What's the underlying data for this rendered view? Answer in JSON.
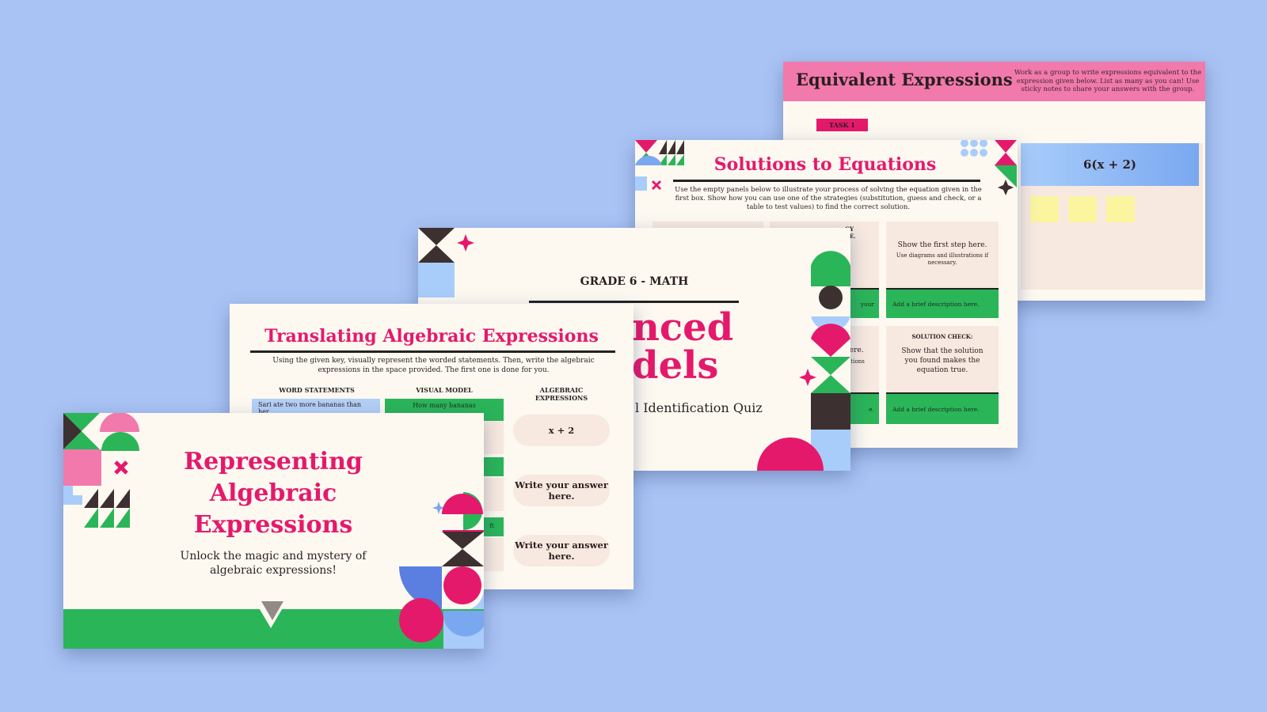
{
  "slides": {
    "equivalent": {
      "title": "Equivalent Expressions",
      "note": "Work as a group to write expressions equivalent to the expression given below. List as many as you can! Use sticky notes to share your answers with the group.",
      "task": "TASK 1",
      "expression": "6(x + 2)"
    },
    "solutions": {
      "title": "Solutions to Equations",
      "instructions": "Use the empty panels below to illustrate your process of solving the equation given in the first box. Show how you can use one of the strategies (substitution, guess and check, or a table to test values) to find the correct solution.",
      "first_step": "Show the first step here.",
      "first_step_sub": "Use diagrams and illustrations if necessary.",
      "desc1": "Add a brief description here.",
      "check_head": "SOLUTION CHECK:",
      "check_text": "Show that the solution you found makes the equation true.",
      "desc2": "Add a brief description here.",
      "frag_gy": "GY",
      "frag_re": "RE.",
      "frag_your": "your",
      "frag_here": "here.",
      "frag_rations": "rations",
      "frag_e": "e."
    },
    "grade": {
      "grade": "GRADE 6 - MATH",
      "big1": "nced",
      "big2": "dels",
      "quiz": "l Identification Quiz"
    },
    "translating": {
      "title": "Translating Algebraic Expressions",
      "instructions": "Using the given key, visually represent the worded statements. Then, write the algebraic expressions in the space provided. The first one is done for you.",
      "col1": "WORD STATEMENTS",
      "col2": "VISUAL MODEL",
      "col3": "ALGEBRAIC EXPRESSIONS",
      "row1_word": "Sari ate two more bananas than her",
      "row1_visual": "How many bananas",
      "answer1": "x + 2",
      "answer2": "Write your answer here.",
      "answer3": "Write your answer here.",
      "frag_ft": "ft"
    },
    "representing": {
      "title": "Representing Algebraic Expressions",
      "subtitle": "Unlock the magic and mystery of algebraic expressions!"
    }
  },
  "colors": {
    "background": "#a9c3f5",
    "pink": "#e5196b",
    "green": "#2bb559",
    "cream": "#fdf9f1",
    "blue": "#7aa8f0"
  }
}
